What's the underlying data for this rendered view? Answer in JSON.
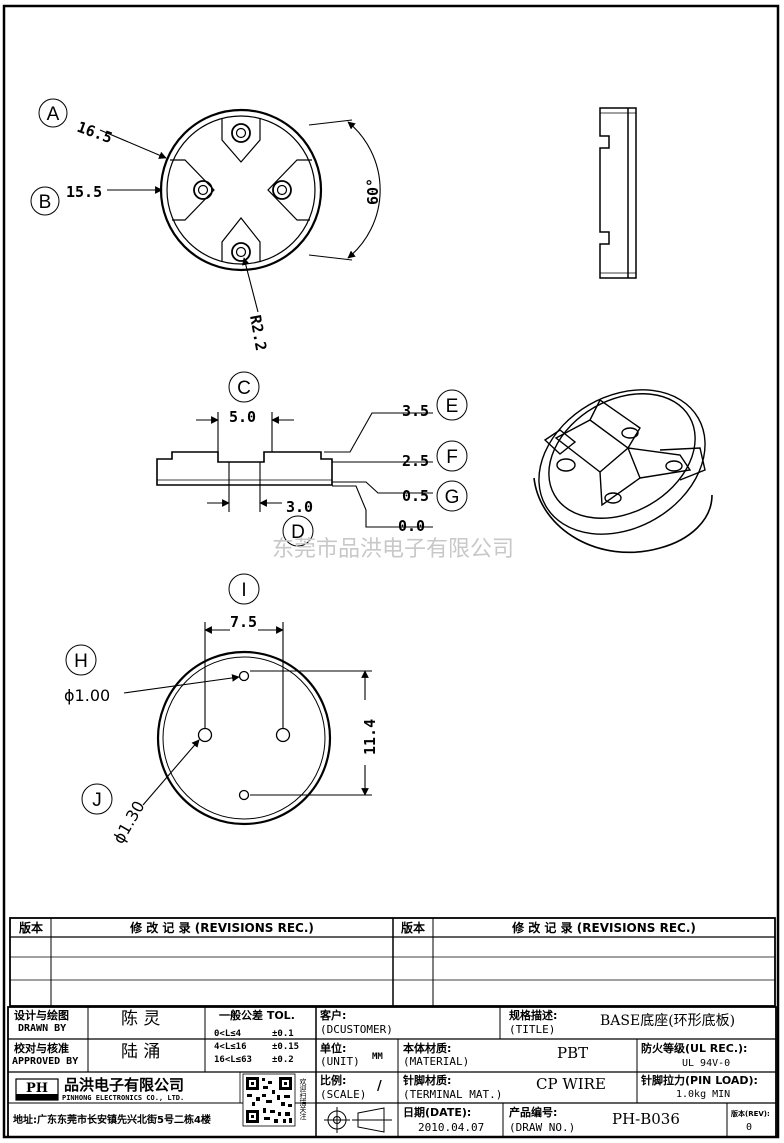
{
  "labels": {
    "A": "A",
    "B": "B",
    "C": "C",
    "D": "D",
    "E": "E",
    "F": "F",
    "G": "G",
    "H": "H",
    "I": "I",
    "J": "J"
  },
  "dims": {
    "a_value": "16.5",
    "b_value": "15.5",
    "angle": "60°",
    "radius": "R2.2",
    "c_value": "5.0",
    "d_value": "3.0",
    "e_value": "3.5",
    "f_value": "2.5",
    "g_value": "0.5",
    "zero": "0.0",
    "i_value": "7.5",
    "h_value": "ϕ1.00",
    "height": "11.4",
    "j_value": "ϕ1.30"
  },
  "watermark": "东莞市品洪电子有限公司",
  "revisions": {
    "version_header": "版本",
    "record_header": "修 改 记 录 (REVISIONS REC.)"
  },
  "title_block": {
    "drawn_by_cn": "设计与绘图",
    "drawn_by_en": "DRAWN BY",
    "drawn_by_name": "陈 灵",
    "approved_by_cn": "校对与核准",
    "approved_by_en": "APPROVED BY",
    "approved_by_name": "陆 涌",
    "tol_title": "一般公差 TOL.",
    "tol_rows": [
      {
        "range": "0<L≤4",
        "value": "±0.1"
      },
      {
        "range": "4<L≤16",
        "value": "±0.15"
      },
      {
        "range": "16<L≤63",
        "value": "±0.2"
      }
    ],
    "customer_cn": "客户:",
    "customer_en": "(DCUSTOMER)",
    "title_cn": "规格描述:",
    "title_en": "(TITLE)",
    "title_value": "BASE底座(环形底板)",
    "unit_cn": "单位:",
    "unit_en": "(UNIT)",
    "unit_value": "MM",
    "material_cn": "本体材质:",
    "material_en": "(MATERIAL)",
    "material_value": "PBT",
    "ul_cn": "防火等级(UL REC.):",
    "ul_value": "UL 94V-0",
    "scale_cn": "比例:",
    "scale_en": "(SCALE)",
    "scale_value": "/",
    "terminal_cn": "针脚材质:",
    "terminal_en": "(TERMINAL MAT.)",
    "terminal_value": "CP WIRE",
    "pin_load_cn": "针脚拉力(PIN LOAD):",
    "pin_load_value": "1.0kg MIN",
    "date_cn": "日期(DATE):",
    "date_value": "2010.04.07",
    "draw_no_cn": "产品编号:",
    "draw_no_en": "(DRAW NO.)",
    "draw_no_value": "PH-B036",
    "rev_cn": "版本(REV):",
    "rev_value": "0",
    "company_cn": "品洪电子有限公司",
    "company_en": "PINHONG ELECTRONICS CO., LTD.",
    "address": "地址:广东东莞市长安镇先兴北街5号二栋4楼",
    "logo_text": "PH",
    "qr_side_text": "欢迎扫描关注"
  }
}
